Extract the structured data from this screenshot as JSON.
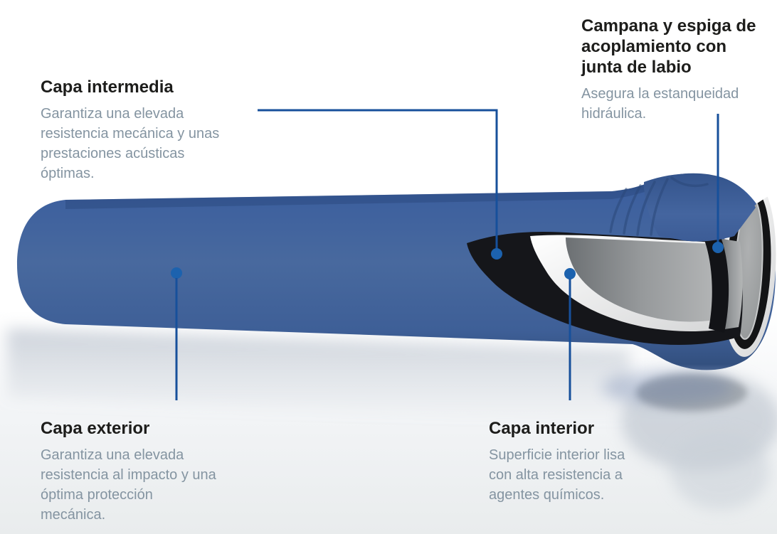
{
  "palette": {
    "title_color": "#1d1d1b",
    "body_color": "#8494a1",
    "leader_line": "#17509b",
    "leader_dot": "#1c62ae",
    "pipe_blue": "#46689e",
    "background_bottom": "#e9eced"
  },
  "callouts": {
    "intermedia": {
      "title_lines": [
        "Capa intermedia"
      ],
      "body_lines": [
        "Garantiza una elevada",
        "resistencia mecánica y unas",
        "prestaciones acústicas",
        "óptimas."
      ]
    },
    "campana": {
      "title_lines": [
        "Campana y espiga de",
        "acoplamiento con",
        "junta de labio"
      ],
      "body_lines": [
        "Asegura la estanqueidad",
        "hidráulica."
      ]
    },
    "exterior": {
      "title_lines": [
        "Capa exterior"
      ],
      "body_lines": [
        "Garantiza una elevada",
        "resistencia al impacto y una",
        "óptima protección",
        "mecánica."
      ]
    },
    "interior": {
      "title_lines": [
        "Capa interior"
      ],
      "body_lines": [
        "Superficie interior lisa",
        "con alta resistencia a",
        "agentes químicos."
      ]
    }
  }
}
